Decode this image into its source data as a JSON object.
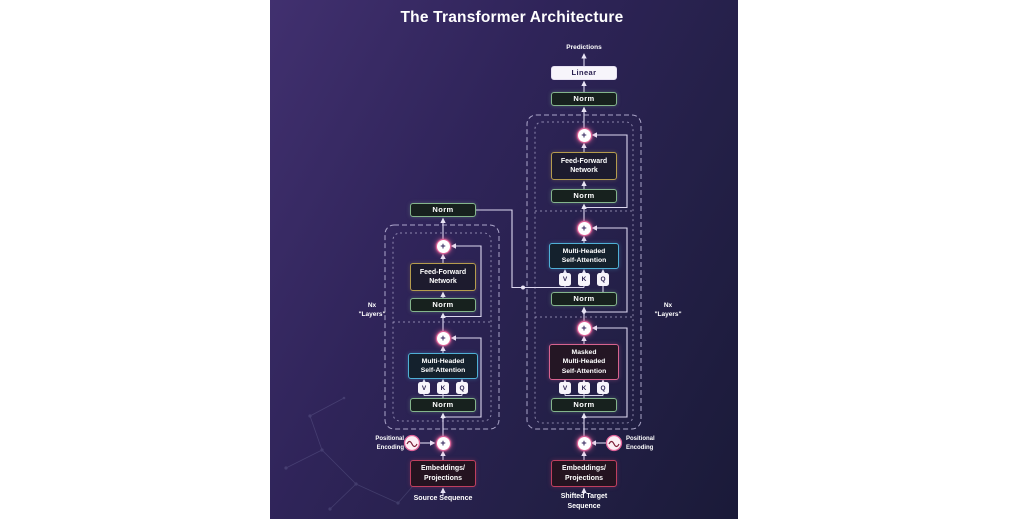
{
  "title": "The Transformer Architecture",
  "add_symbol": "+",
  "colors": {
    "background_top": "#41306f",
    "background_bottom": "#1a1a38",
    "norm_border": "#84b58c",
    "feed_forward_border": "#b59c4e",
    "attention_border": "#4fb0d6",
    "masked_attention_border": "#d8638f",
    "embeddings_border": "#bf3f5f",
    "accent_pink": "#e0649a",
    "line": "#ddd8f0",
    "linear_box_fill": "#f7f5fb"
  },
  "encoder": {
    "nx_line1": "Nx",
    "nx_line2": "\"Layers\"",
    "final_norm": "Norm",
    "ffn_block": {
      "ffn_line1": "Feed-Forward",
      "ffn_line2": "Network",
      "norm": "Norm"
    },
    "attention_block": {
      "attn_line1": "Multi-Headed",
      "attn_line2": "Self-Attention",
      "v": "V",
      "k": "K",
      "q": "Q",
      "norm": "Norm"
    },
    "positional_encoding_line1": "Positional",
    "positional_encoding_line2": "Encoding",
    "embeddings_line1": "Embeddings/",
    "embeddings_line2": "Projections",
    "input_label": "Source Sequence"
  },
  "decoder": {
    "predictions": "Predictions",
    "linear": "Linear",
    "final_norm": "Norm",
    "nx_line1": "Nx",
    "nx_line2": "\"Layers\"",
    "ffn_block": {
      "ffn_line1": "Feed-Forward",
      "ffn_line2": "Network",
      "norm": "Norm"
    },
    "cross_attention_block": {
      "attn_line1": "Multi-Headed",
      "attn_line2": "Self-Attention",
      "v": "V",
      "k": "K",
      "q": "Q",
      "norm": "Norm"
    },
    "masked_attention_block": {
      "attn_line1": "Masked",
      "attn_line2": "Multi-Headed",
      "attn_line3": "Self-Attention",
      "v": "V",
      "k": "K",
      "q": "Q",
      "norm": "Norm"
    },
    "positional_encoding_line1": "Positional",
    "positional_encoding_line2": "Encoding",
    "embeddings_line1": "Embeddings/",
    "embeddings_line2": "Projections",
    "input_line1": "Shifted Target",
    "input_line2": "Sequence"
  }
}
